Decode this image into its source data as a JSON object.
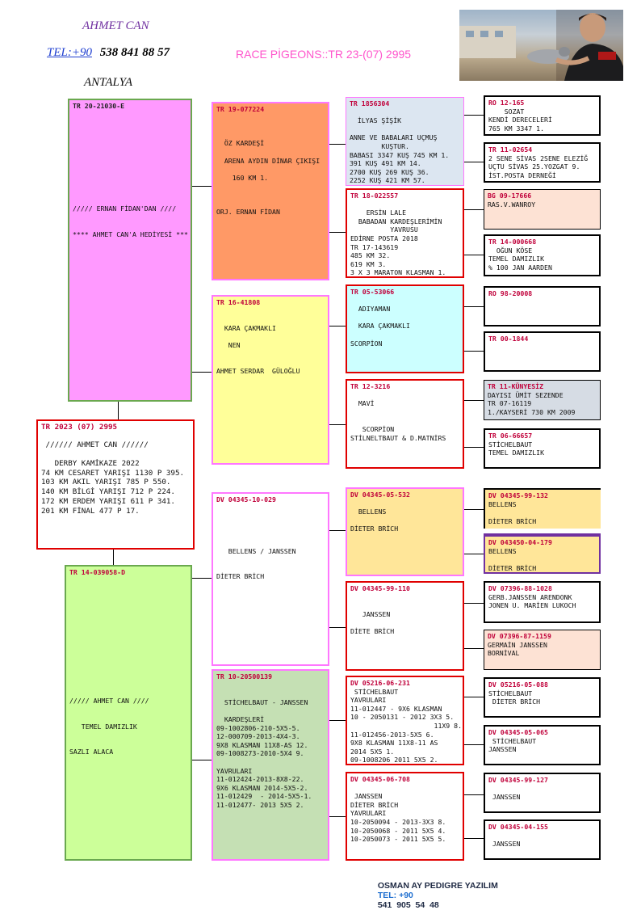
{
  "header": {
    "owner_name": "AHMET CAN",
    "tel_label": "TEL:+90",
    "tel_number": "538  841  88  57",
    "race_title": "RACE PİGEONS::TR 23-(07) 2995",
    "city": "ANTALYA"
  },
  "footer": {
    "software": "OSMAN AY PEDIGRE YAZILIM",
    "tel_label": "TEL: +90",
    "tel_number": "541  905  54  48"
  },
  "colors": {
    "sire_fill": "#ff99ff",
    "sire_border": "#6aa84f",
    "dam_fill": "#ccff99",
    "dam_border": "#6aa84f",
    "red": "#e00000",
    "pink": "#ff77ff",
    "orange": "#ff9966",
    "yellow": "#ffff99",
    "cyan": "#ccffff",
    "bluegray": "#dce6f1",
    "peach": "#fde2d4",
    "gold": "#ffe699",
    "green": "#c5e0b4",
    "slate": "#d6dce4",
    "purple_border": "#7030a0"
  },
  "main": {
    "ring": "TR 2023 (07) 2995",
    "lines": [
      "",
      " ////// AHMET CAN //////",
      "",
      "   DERBY KAMİKAZE 2022",
      "74 KM CESARET YARIŞI 1130 P 395.",
      "103 KM AKIL YARIŞI 785 P 550.",
      "140 KM BİLGİ YARIŞI 712 P 224.",
      "172 KM ERDEM YARIŞI 611 P 341.",
      "201 KM FİNAL 477 P 17."
    ]
  },
  "sire": {
    "ring": "TR 20-21030-E",
    "lines": [
      "",
      "",
      "",
      "",
      "",
      "",
      "",
      "",
      "",
      "",
      "",
      "///// ERNAN FİDAN'DAN ////",
      "",
      "",
      "**** AHMET CAN'A HEDİYESİ ***"
    ]
  },
  "dam": {
    "ring": "TR 14-039058-D",
    "lines": [
      "",
      "",
      "",
      "",
      "",
      "",
      "",
      "",
      "",
      "",
      "",
      "",
      "",
      "",
      "///// AHMET CAN ////",
      "",
      "",
      "   TEMEL DAMIZLIK",
      "",
      "",
      "SAZLI ALACA"
    ]
  },
  "g2": [
    {
      "ring": "TR 19-077224",
      "lines": [
        "",
        "",
        "",
        "  ÖZ KARDEŞİ",
        "",
        "  ARENA AYDIN DİNAR ÇIKIŞI",
        "",
        "    160 KM 1.",
        "",
        "",
        "",
        "ORJ. ERNAN FİDAN"
      ]
    },
    {
      "ring": "TR 16-41808",
      "lines": [
        "",
        "",
        "  KARA ÇAKMAKLI",
        "",
        "   NEN",
        "",
        "",
        "AHMET SERDAR  GÜLOĞLU"
      ]
    },
    {
      "ring": "DV 04345-10-029",
      "lines": [
        "",
        "",
        "",
        "",
        "",
        "   BELLENS / JANSSEN",
        "",
        "",
        "DİETER BRİCH"
      ]
    },
    {
      "ring": "TR 10-20500139",
      "lines": [
        "",
        "",
        "  STİCHELBAUT - JANSSEN",
        "",
        "  KARDEŞLERİ",
        "09-1002806-210-5X5-5.",
        "12-000709-2013-4X4-3.",
        "9X8 KLASMAN 11X8-AS 12.",
        "09-1008273-2010-5X4 9.",
        "",
        "YAVRULARI",
        "11-012424-2013-8X8-22.",
        "9X6 KLASMAN 2014-5X5-2.",
        "11-012429  - 2014-5X5-1.",
        "11-012477- 2013 5X5 2."
      ]
    }
  ],
  "g3": [
    {
      "ring": "TR 1856304",
      "lines": [
        "",
        "  İLYAS ŞİŞİK",
        "",
        "ANNE VE BABALARI UÇMUŞ",
        "        KUŞTUR.",
        "BABASI 3347 KUŞ 745 KM 1.",
        "391 KUŞ 491 KM 14.",
        "2700 KUŞ 269 KUŞ 36.",
        "2252 KUŞ 421 KM 57."
      ]
    },
    {
      "ring": "TR 18-022557",
      "lines": [
        "",
        "    ERSİN LALE",
        "  BABADAN KARDEŞLERİMİN",
        "          YAVRUSU",
        "EDİRNE POSTA 2018",
        "TR 17-143619",
        "485 KM 32.",
        "619 KM 3.",
        "3 X 3 MARATON KLASMAN 1."
      ]
    },
    {
      "ring": "TR 05-53066",
      "lines": [
        "",
        "  ADIYAMAN",
        "",
        "  KARA ÇAKMAKLI",
        "",
        "SCORPİON"
      ]
    },
    {
      "ring": "TR 12-3216",
      "lines": [
        "",
        "  MAVİ",
        "",
        "",
        "   SCORPİON",
        "STİLNELTBAUT & D.MATNİRS"
      ]
    },
    {
      "ring": "DV 04345-05-532",
      "lines": [
        "",
        "  BELLENS",
        "",
        "DİETER BRİCH"
      ]
    },
    {
      "ring": "DV 04345-99-110",
      "lines": [
        "",
        "",
        "   JANSSEN",
        "",
        "DİETE BRİCH"
      ]
    },
    {
      "ring": "DV 05216-06-231",
      "lines": [
        " STİCHELBAUT",
        "YAVRULARI",
        "11-012447 - 9X6 KLASMAN",
        "10 - 2050131 - 2012 3X3 5.",
        "                     11X9 8.",
        "11-012456-2013-5X5 6.",
        "9X8 KLASMAN 11X8-11 AS",
        "2014 5X5 1.",
        "09-1008206 2011 5X5 2."
      ]
    },
    {
      "ring": "DV 04345-06-708",
      "lines": [
        "",
        " JANSSEN",
        "DİETER BRİCH",
        "YAVRULARI",
        "10-2050094 - 2013-3X3 8.",
        "10-2050068 - 2011 5X5 4.",
        "10-2050073 - 2011 5X5 5."
      ]
    }
  ],
  "g4": [
    {
      "ring": "RO 12-165",
      "lines": [
        "    SOZAT",
        "KENDİ DERECELERİ",
        "765 KM 3347 1."
      ]
    },
    {
      "ring": "TR 11-02654",
      "lines": [
        "2 SENE SİVAS 2SENE ELEZİĞ",
        "UÇTU SİVAS 25.YOZGAT 9.",
        "İST.POSTA DERNEĞİ"
      ]
    },
    {
      "ring": "BG 09-17666",
      "lines": [
        "RAS.V.WANROY"
      ]
    },
    {
      "ring": "TR 14-000668",
      "lines": [
        "  OĞUN KÖSE",
        "TEMEL DAMIZLIK",
        "% 100 JAN AARDEN"
      ]
    },
    {
      "ring": "RO 98-20008",
      "lines": []
    },
    {
      "ring": "TR 00-1844",
      "lines": []
    },
    {
      "ring": "TR 11-KÜNYESİZ",
      "lines": [
        "DAYISI ÜMİT SEZENDE",
        "TR 07-16119",
        "1./KAYSERİ 730 KM 2009"
      ]
    },
    {
      "ring": "TR 06-66657",
      "lines": [
        "STİCHELBAUT",
        "TEMEL DAMIZLIK"
      ]
    },
    {
      "ring": "DV 04345-99-132",
      "lines": [
        "BELLENS",
        "",
        "DİETER BRİCH"
      ]
    },
    {
      "ring": "DV 043450-04-179",
      "lines": [
        "BELLENS",
        "",
        "DİETER BRİCH"
      ]
    },
    {
      "ring": "DV 07396-88-1028",
      "lines": [
        "GERB.JANSSEN ARENDONK",
        "JONEN U. MARİEN LUKOCH"
      ]
    },
    {
      "ring": "DV 07396-87-1159",
      "lines": [
        "GERMAİN JANSSEN",
        "BORNİVAL"
      ]
    },
    {
      "ring": "DV 05216-05-088",
      "lines": [
        "STİCHELBAUT",
        " DİETER BRİCH"
      ]
    },
    {
      "ring": "DV 04345-05-065",
      "lines": [
        " STİCHELBAUT",
        "JANSSEN"
      ]
    },
    {
      "ring": "DV 04345-99-127",
      "lines": [
        "",
        " JANSSEN"
      ]
    },
    {
      "ring": "DV 04345-04-155",
      "lines": [
        "",
        " JANSSEN"
      ]
    }
  ]
}
